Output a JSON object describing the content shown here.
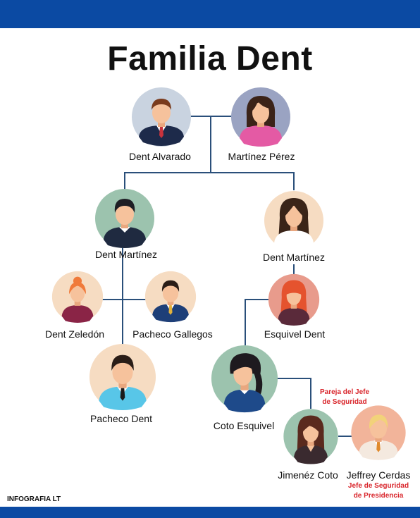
{
  "title": "Familia Dent",
  "credit": "INFOGRAFIA LT",
  "colors": {
    "bar": "#0b4aa3",
    "line": "#2a4f7a",
    "note": "#d9262c",
    "skin": "#f6c29c"
  },
  "people": [
    {
      "label": "Dent Alvarado",
      "icon": "man-avatar-icon"
    },
    {
      "label": "Martínez Pérez",
      "icon": "woman-avatar-icon"
    },
    {
      "label": "Dent Martínez",
      "icon": "man-avatar-icon"
    },
    {
      "label": "Dent Martínez",
      "icon": "woman-avatar-icon"
    },
    {
      "label": "Dent Zeledón",
      "icon": "woman-avatar-icon"
    },
    {
      "label": "Pacheco Gallegos",
      "icon": "man-avatar-icon"
    },
    {
      "label": "Esquivel Dent",
      "icon": "woman-avatar-icon"
    },
    {
      "label": "Pacheco Dent",
      "icon": "man-avatar-icon"
    },
    {
      "label": "Coto Esquivel",
      "icon": "woman-avatar-icon"
    },
    {
      "label": "Jimenéz Coto",
      "icon": "woman-avatar-icon"
    },
    {
      "label": "Jeffrey Cerdas",
      "icon": "man-avatar-icon"
    }
  ],
  "notes": {
    "partner_line1": "Pareja del Jefe",
    "partner_line2": "de Seguridad",
    "role_line1": "Jefe de Seguridad",
    "role_line2": "de Presidencia"
  }
}
